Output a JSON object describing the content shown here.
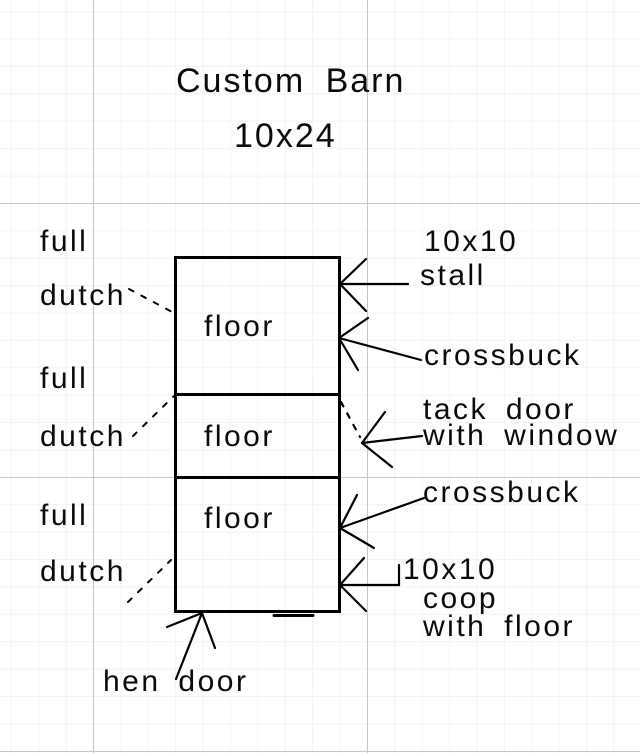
{
  "title": {
    "line1": "Custom Barn",
    "line2": "10x24"
  },
  "barn": {
    "sections": [
      {
        "label": "floor"
      },
      {
        "label": "floor"
      },
      {
        "label": "floor"
      }
    ]
  },
  "left_callouts": [
    {
      "line1": "full",
      "line2": "dutch"
    },
    {
      "line1": "full",
      "line2": "dutch"
    },
    {
      "line1": "full",
      "line2": "dutch"
    }
  ],
  "right_callouts": {
    "stall": {
      "line1": "10x10",
      "line2": "stall"
    },
    "crossbuck_top": {
      "label": "crossbuck"
    },
    "tack_door": {
      "line1": "tack door",
      "line2": "with window"
    },
    "crossbuck_bottom": {
      "label": "crossbuck"
    },
    "coop": {
      "line1": "10x10",
      "line2": "coop",
      "line3": "with floor"
    }
  },
  "bottom_callouts": {
    "hen_door": {
      "label": "hen door"
    }
  },
  "colors": {
    "background": "#ffffff",
    "grid_minor": "#f3f3f3",
    "grid_major": "#c6c6c6",
    "line": "#000000",
    "text": "#0a0a0a"
  }
}
